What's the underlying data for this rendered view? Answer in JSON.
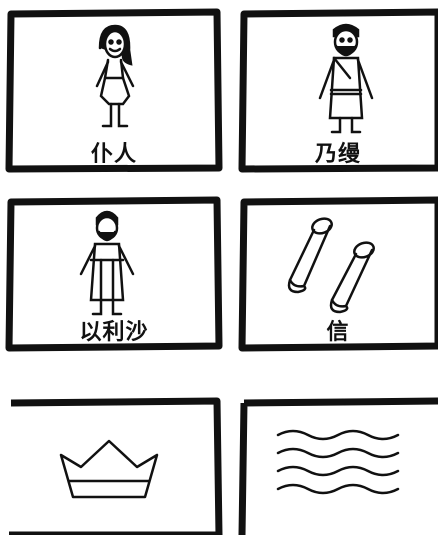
{
  "cards": [
    {
      "label": "仆人",
      "icon": "woman-figure-icon"
    },
    {
      "label": "乃缦",
      "icon": "bearded-man-figure-icon"
    },
    {
      "label": "以利沙",
      "icon": "prophet-figure-icon"
    },
    {
      "label": "信",
      "icon": "scroll-icon"
    },
    {
      "label": "",
      "icon": "crown-icon"
    },
    {
      "label": "",
      "icon": "water-waves-icon"
    }
  ],
  "colors": {
    "ink": "#111111",
    "background": "#ffffff"
  }
}
